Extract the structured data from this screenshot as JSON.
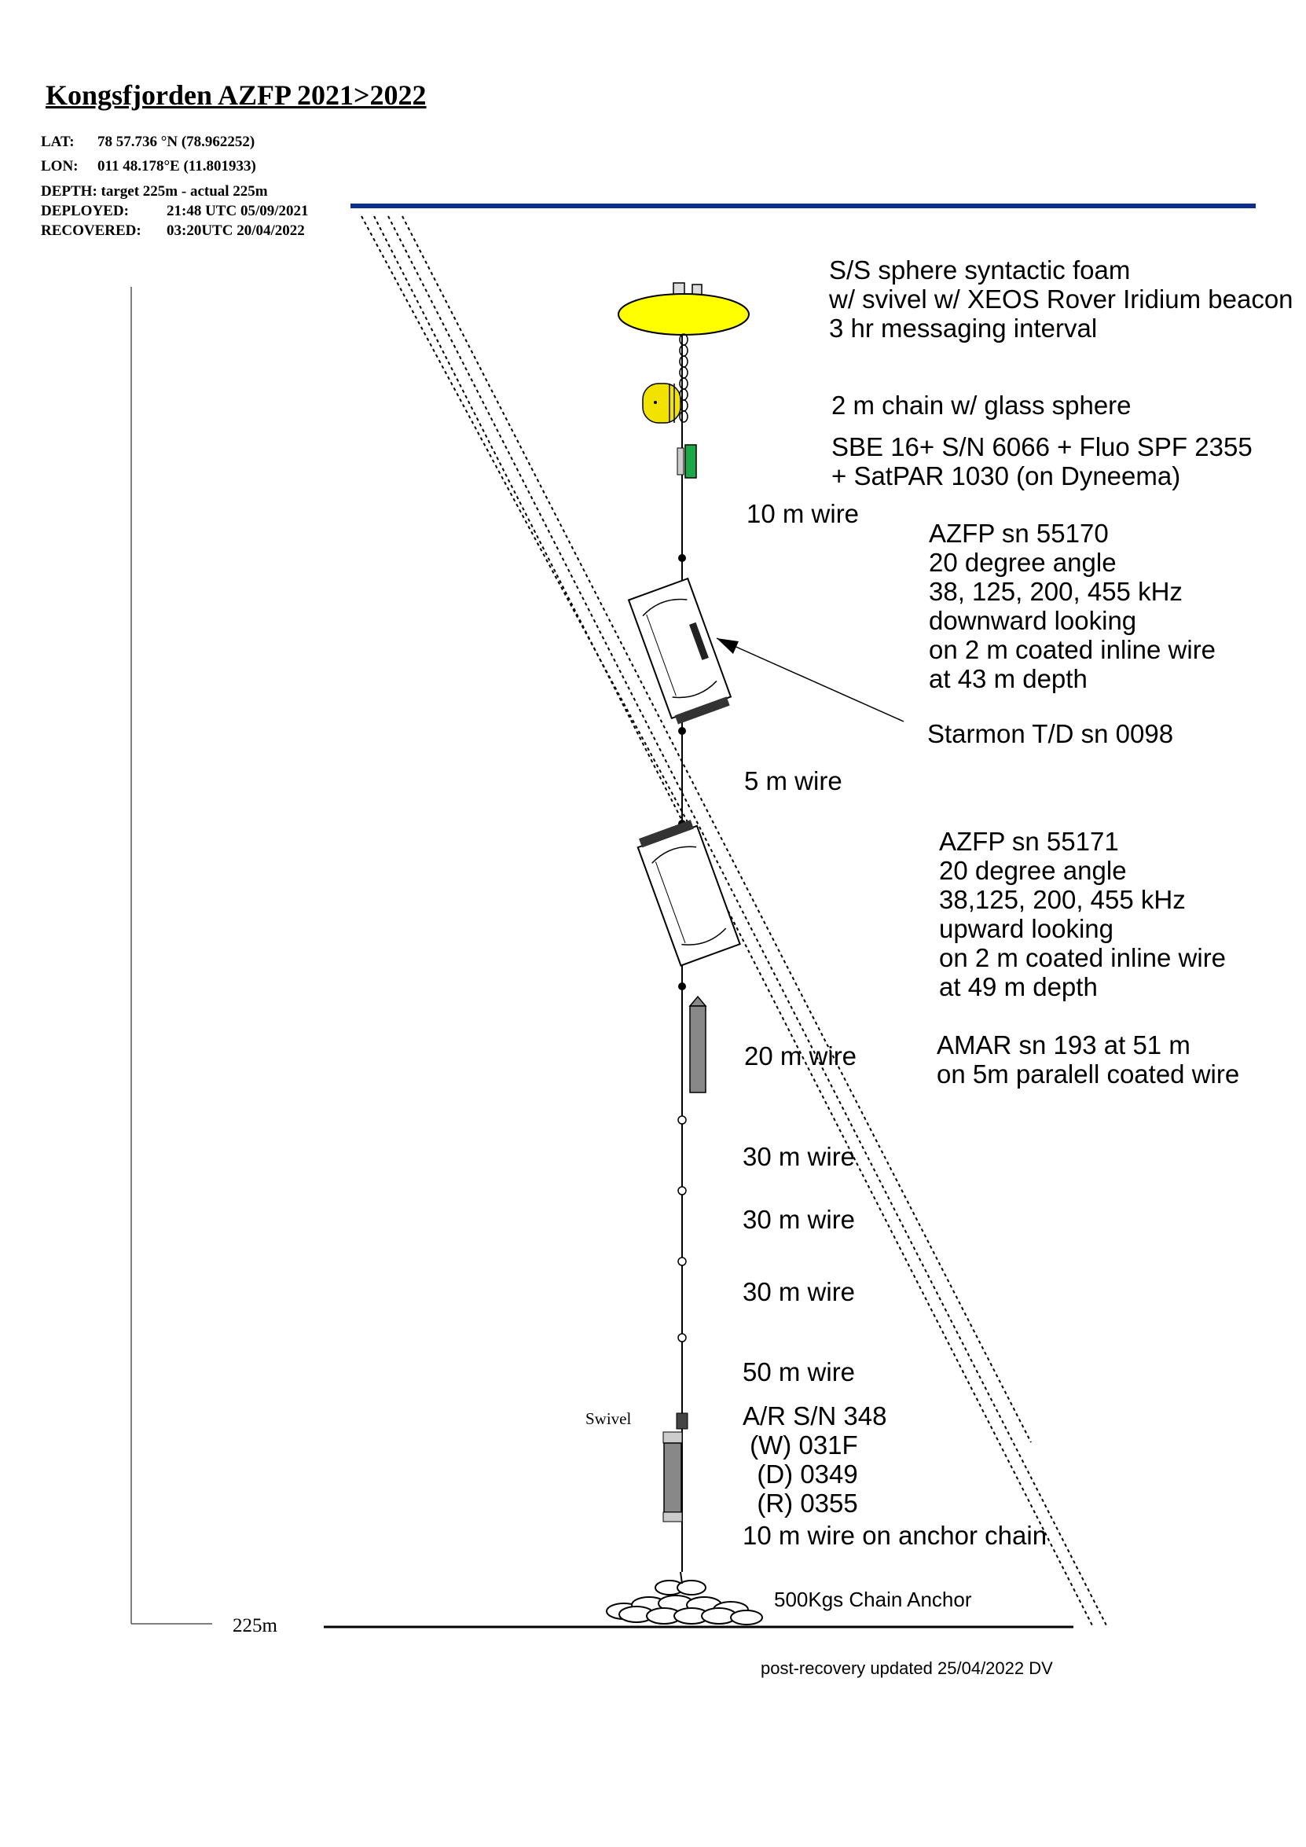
{
  "title": "Kongsfjorden AZFP 2021>2022",
  "meta": {
    "lat_label": "LAT:",
    "lat_value": "78 57.736 °N (78.962252)",
    "lon_label": "LON:",
    "lon_value": "011 48.178°E (11.801933)",
    "depth": "DEPTH: target 225m - actual 225m",
    "deployed_label": "DEPLOYED:",
    "deployed_value": "21:48 UTC 05/09/2021",
    "recovered_label": "RECOVERED:",
    "recovered_value": "03:20UTC 20/04/2022"
  },
  "labels": {
    "float": [
      "S/S sphere syntactic foam",
      "w/ svivel w/ XEOS Rover Iridium beacon",
      "3 hr messaging interval"
    ],
    "chain": "2 m chain w/ glass sphere",
    "sbe": [
      "SBE 16+ S/N 6066 + Fluo SPF 2355",
      "+ SatPAR 1030 (on Dyneema)"
    ],
    "wire_10": "10 m wire",
    "azfp1": [
      "AZFP sn 55170",
      "20 degree angle",
      "38, 125, 200, 455 kHz",
      "downward looking",
      "on 2 m coated inline wire",
      "at 43 m depth"
    ],
    "starmon": "Starmon T/D sn 0098",
    "wire_5": "5 m wire",
    "azfp2": [
      "AZFP sn 55171",
      "20 degree angle",
      "38,125, 200, 455 kHz",
      "upward looking",
      "on 2 m coated inline wire",
      "at 49 m depth"
    ],
    "wire_20": "20 m wire",
    "amar": [
      "AMAR sn 193 at 51 m",
      "on 5m paralell coated wire"
    ],
    "wire_30a": "30 m wire",
    "wire_30b": "30 m wire",
    "wire_30c": "30 m wire",
    "wire_50": "50 m wire",
    "swivel": "Swivel",
    "release": [
      "A/R S/N 348",
      " (W) 031F",
      "  (D) 0349",
      "  (R) 0355"
    ],
    "wire_anchor": "10 m wire on anchor chain",
    "anchor": "500Kgs Chain Anchor",
    "depth_mark": "225m",
    "footer": "post-recovery updated 25/04/2022 DV"
  },
  "colors": {
    "float": "#ffff00",
    "glass_sphere": "#f2e200",
    "sbe": "#1aa84a",
    "surface_line": "#0b2f8a"
  }
}
